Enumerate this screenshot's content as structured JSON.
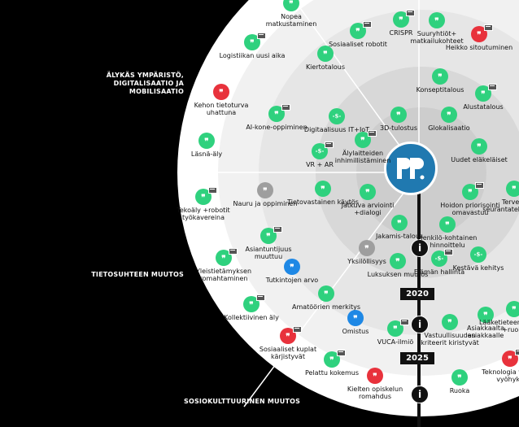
{
  "sectors": {
    "ai": "ÄLYKÄS YMPÄRISTÖ, DIGITALISAATIO JA MOBILISAATIO",
    "tieto": "TIETOSUHTEEN MUUTOS",
    "sosio": "SOSIOKULTTUURINEN MUUTOS"
  },
  "timeline": {
    "year_2020": "2020",
    "year_2025": "2025",
    "info_symbol": "i"
  },
  "logo_icon": "future-logo-icon",
  "colors": {
    "green": "#2fd17e",
    "red": "#e8323c",
    "blue": "#1e88e5",
    "gray": "#9e9e9e",
    "logo": "#2079b0"
  },
  "nodes": [
    {
      "label": "Nopea matkustaminen",
      "color": "green",
      "badge": false
    },
    {
      "label": "Logistiikan uusi aika",
      "color": "green",
      "badge": true
    },
    {
      "label": "Sosiaaliset robotit",
      "color": "green",
      "badge": true
    },
    {
      "label": "CRISPR",
      "color": "green",
      "badge": true
    },
    {
      "label": "Suuryhtiöt+ matkailukohteet",
      "color": "green",
      "badge": false
    },
    {
      "label": "Heikko sitoutuminen",
      "color": "red",
      "badge": true
    },
    {
      "label": "Kiertotalous",
      "color": "green",
      "badge": false
    },
    {
      "label": "Konseptitalous",
      "color": "green",
      "badge": false
    },
    {
      "label": "Kehon tietoturva uhattuna",
      "color": "red",
      "badge": false
    },
    {
      "label": "AI-kone-oppiminen",
      "color": "green",
      "badge": true
    },
    {
      "label": "Digitaalisuus IT+IoT",
      "color": "green",
      "badge": false,
      "dollar": true
    },
    {
      "label": "3D-tulostus",
      "color": "green",
      "badge": false
    },
    {
      "label": "Glokalisaatio",
      "color": "green",
      "badge": false
    },
    {
      "label": "Alustatalous",
      "color": "green",
      "badge": true
    },
    {
      "label": "Läsnä-äly",
      "color": "green",
      "badge": false
    },
    {
      "label": "VR + AR",
      "color": "green",
      "badge": true,
      "dollar": true
    },
    {
      "label": "Älylaitteiden inhimillistäminen",
      "color": "green",
      "badge": true
    },
    {
      "label": "Uudet eläkeläiset",
      "color": "green",
      "badge": false
    },
    {
      "label": "Tekoäly +robotit työkavereina",
      "color": "green",
      "badge": true
    },
    {
      "label": "Nauru ja oppiminen",
      "color": "gray",
      "badge": false
    },
    {
      "label": "Tietovastainen käytös",
      "color": "green",
      "badge": false
    },
    {
      "label": "Jatkuva arviointi +dialogi",
      "color": "green",
      "badge": false
    },
    {
      "label": "Hoidon priorisointi omavastuu",
      "color": "green",
      "badge": true
    },
    {
      "label": "Terveys seurantateknologia",
      "color": "green",
      "badge": true
    },
    {
      "label": "Asiantuntijuus muuttuu",
      "color": "green",
      "badge": true
    },
    {
      "label": "Jakamis-talous",
      "color": "green",
      "badge": false
    },
    {
      "label": "Henkilö-kohtainen hinnoittelu",
      "color": "green",
      "badge": false
    },
    {
      "label": "Yksilöllisyys",
      "color": "gray",
      "badge": false
    },
    {
      "label": "Yleistietämyksen romahtaminen",
      "color": "green",
      "badge": true
    },
    {
      "label": "Tutkintojen arvo",
      "color": "blue",
      "badge": false
    },
    {
      "label": "Luksuksen muutos",
      "color": "green",
      "badge": false
    },
    {
      "label": "Elämän hallinta",
      "color": "green",
      "badge": true,
      "dollar": true
    },
    {
      "label": "Kestävä kehitys",
      "color": "green",
      "badge": false,
      "dollar": true
    },
    {
      "label": "Amatöörien merkitys",
      "color": "green",
      "badge": false
    },
    {
      "label": "Kollektiivinen äly",
      "color": "green",
      "badge": true
    },
    {
      "label": "Omistus",
      "color": "blue",
      "badge": false
    },
    {
      "label": "VUCA-ilmiö",
      "color": "green",
      "badge": true
    },
    {
      "label": "Vastuullisuuden kriteerit kiristyvät",
      "color": "green",
      "badge": false
    },
    {
      "label": "Asiakkaalta asiakkaalle",
      "color": "green",
      "badge": false
    },
    {
      "label": "Lääketieteen luonnoll +ruoka",
      "color": "green",
      "badge": true
    },
    {
      "label": "Sosiaaliset kuplat kärjistyvät",
      "color": "red",
      "badge": true
    },
    {
      "label": "Pelattu kokemus",
      "color": "green",
      "badge": true
    },
    {
      "label": "Kielten opiskelun romahdus",
      "color": "red",
      "badge": false
    },
    {
      "label": "Ruoka",
      "color": "green",
      "badge": false
    },
    {
      "label": "Teknologia vapaa vyöhyke",
      "color": "red",
      "badge": true
    }
  ]
}
